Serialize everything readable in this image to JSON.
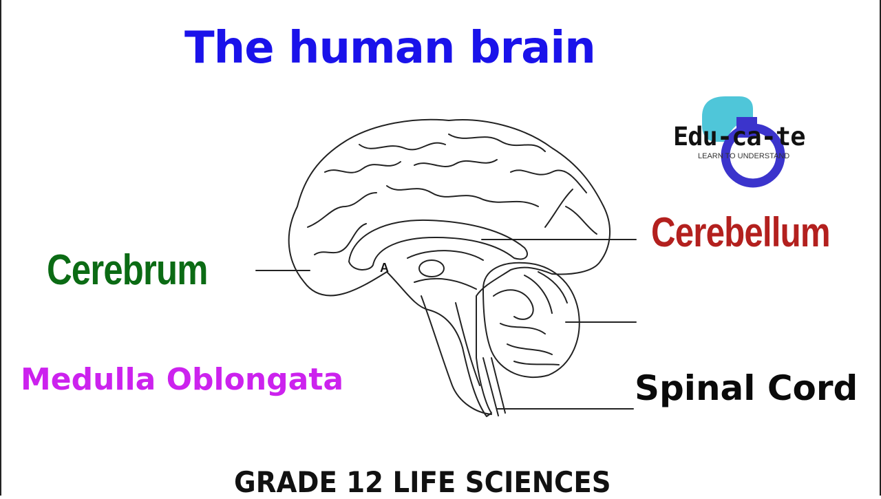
{
  "title": {
    "text": "The human brain",
    "color": "#1a12ea"
  },
  "labels": {
    "cerebrum": {
      "text": "Cerebrum",
      "color": "#0b6b14"
    },
    "cerebellum": {
      "text": "Cerebellum",
      "color": "#b3201e"
    },
    "medulla": {
      "text": "Medulla Oblongata",
      "color": "#cc22ee"
    },
    "spinal_cord": {
      "text": "Spinal Cord",
      "color": "#0a0a0a"
    }
  },
  "diagram": {
    "marker": "A"
  },
  "logo": {
    "name": "Edu-ca-te",
    "tagline": "LEARN TO UNDERSTAND",
    "accent_light": "#4fc6d9",
    "accent_dark": "#3b34cc"
  },
  "footer": {
    "text": "GRADE 12 LIFE SCIENCES"
  }
}
